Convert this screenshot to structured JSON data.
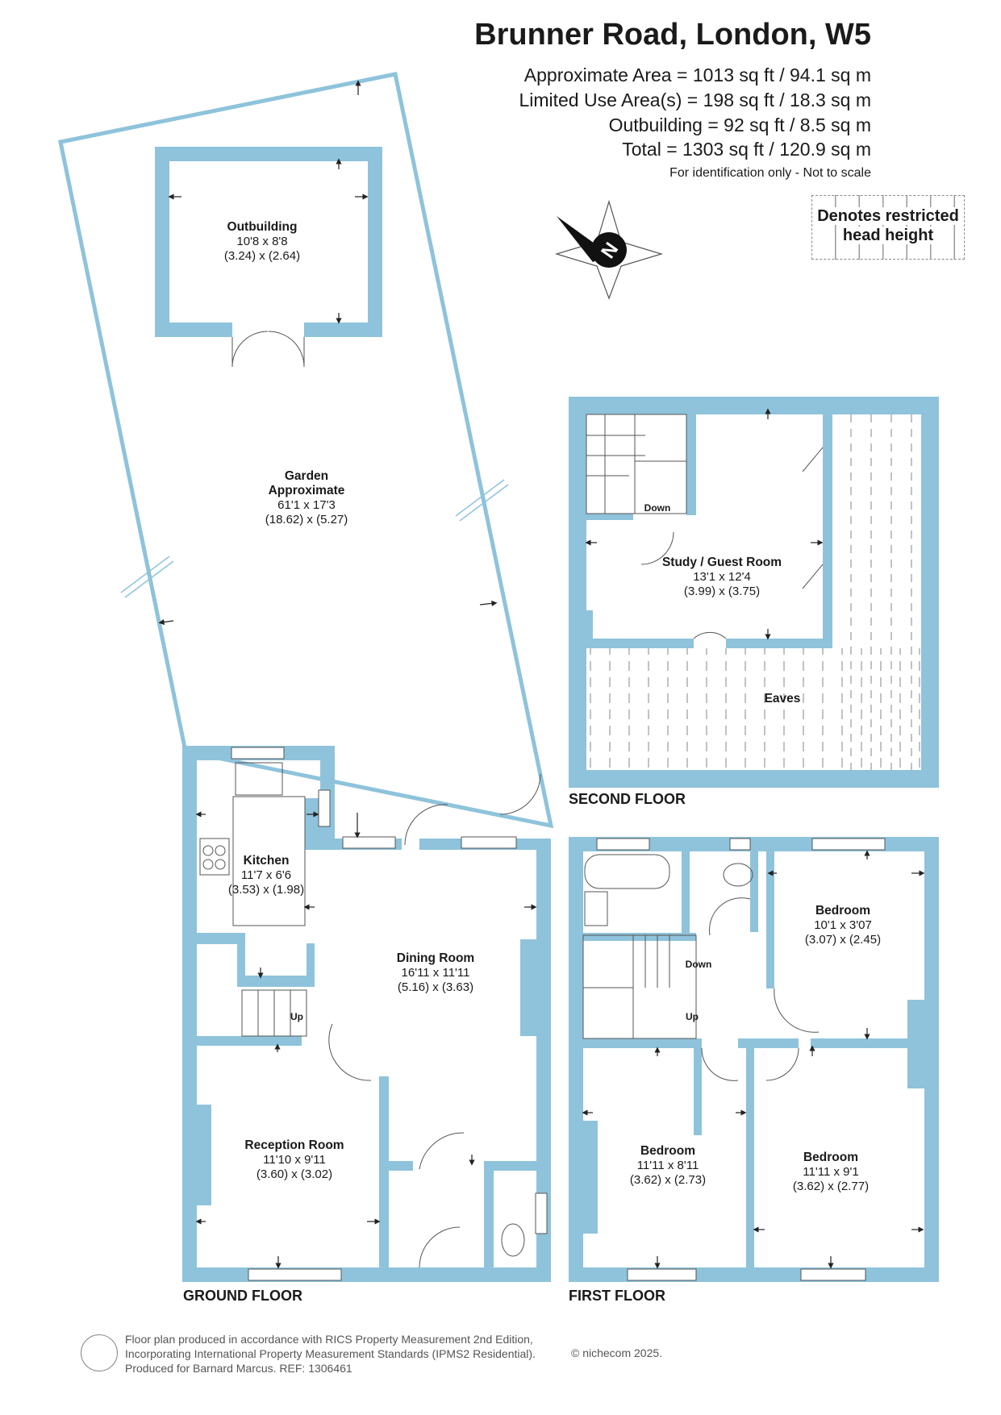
{
  "header": {
    "title": "Brunner Road, London, W5",
    "areas": [
      "Approximate Area = 1013 sq ft / 94.1 sq m",
      "Limited Use Area(s) = 198 sq ft / 18.3 sq m",
      "Outbuilding = 92 sq ft / 8.5 sq m",
      "Total = 1303 sq ft / 120.9 sq m"
    ],
    "note": "For identification only - Not to scale"
  },
  "legend": {
    "line1": "Denotes restricted",
    "line2": "head height"
  },
  "compass": {
    "label": "N"
  },
  "floors": {
    "ground": "GROUND FLOOR",
    "first": "FIRST FLOOR",
    "second": "SECOND FLOOR"
  },
  "rooms": {
    "outbuilding": {
      "name": "Outbuilding",
      "imperial": "10'8 x 8'8",
      "metric": "(3.24) x (2.64)"
    },
    "garden": {
      "name": "Garden",
      "sub": "Approximate",
      "imperial": "61'1 x 17'3",
      "metric": "(18.62) x (5.27)"
    },
    "kitchen": {
      "name": "Kitchen",
      "imperial": "11'7 x 6'6",
      "metric": "(3.53) x (1.98)"
    },
    "dining": {
      "name": "Dining Room",
      "imperial": "16'11 x 11'11",
      "metric": "(5.16) x (3.63)"
    },
    "reception": {
      "name": "Reception Room",
      "imperial": "11'10 x 9'11",
      "metric": "(3.60) x (3.02)"
    },
    "study": {
      "name": "Study / Guest Room",
      "imperial": "13'1 x 12'4",
      "metric": "(3.99) x (3.75)"
    },
    "eaves": {
      "name": "Eaves"
    },
    "bedroom1": {
      "name": "Bedroom",
      "imperial": "10'1 x 3'07",
      "metric": "(3.07) x (2.45)"
    },
    "bedroom2": {
      "name": "Bedroom",
      "imperial": "11'11 x 8'11",
      "metric": "(3.62) x (2.73)"
    },
    "bedroom3": {
      "name": "Bedroom",
      "imperial": "11'11 x 9'1",
      "metric": "(3.62) x (2.77)"
    }
  },
  "stairs": {
    "ground_up": "Up",
    "first_down": "Down",
    "first_up": "Up",
    "second_down": "Down"
  },
  "footer": {
    "line1": "Floor plan produced in accordance with RICS Property Measurement 2nd Edition,",
    "line2": "Incorporating International Property Measurement Standards (IPMS2 Residential).",
    "line3": "Produced for Barnard Marcus.   REF:  1306461",
    "copyright": "© nichecom 2025."
  },
  "colors": {
    "wall": "#8ec3db",
    "text": "#1a1a1a",
    "hatch": "#9a9a9a"
  }
}
